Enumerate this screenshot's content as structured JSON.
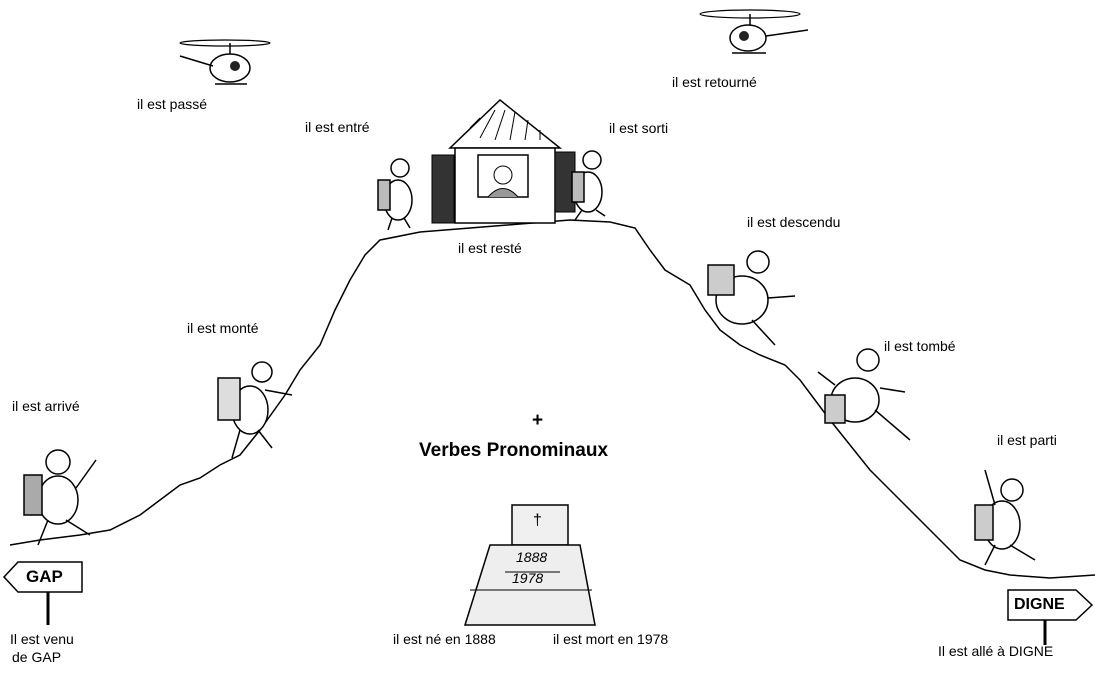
{
  "labels": {
    "passe": "il est passé",
    "retourne": "il est retourné",
    "entre": "il est entré",
    "sorti": "il est sorti",
    "reste": "il est resté",
    "descendu": "il est descendu",
    "monte": "il est monté",
    "tombe": "il est tombé",
    "arrive": "il est arrivé",
    "parti": "il est parti",
    "venu_line1": "Il est venu",
    "venu_line2": "de GAP",
    "ne": "il est né en 1888",
    "mort": "il est mort en 1978",
    "alle": "Il est allé à DIGNE"
  },
  "center": {
    "plus": "+",
    "title": "Verbes Pronominaux"
  },
  "signs": {
    "left": "GAP",
    "right": "DIGNE"
  },
  "tombstone": {
    "year_birth": "1888",
    "year_death": "1978",
    "cross": "†"
  }
}
